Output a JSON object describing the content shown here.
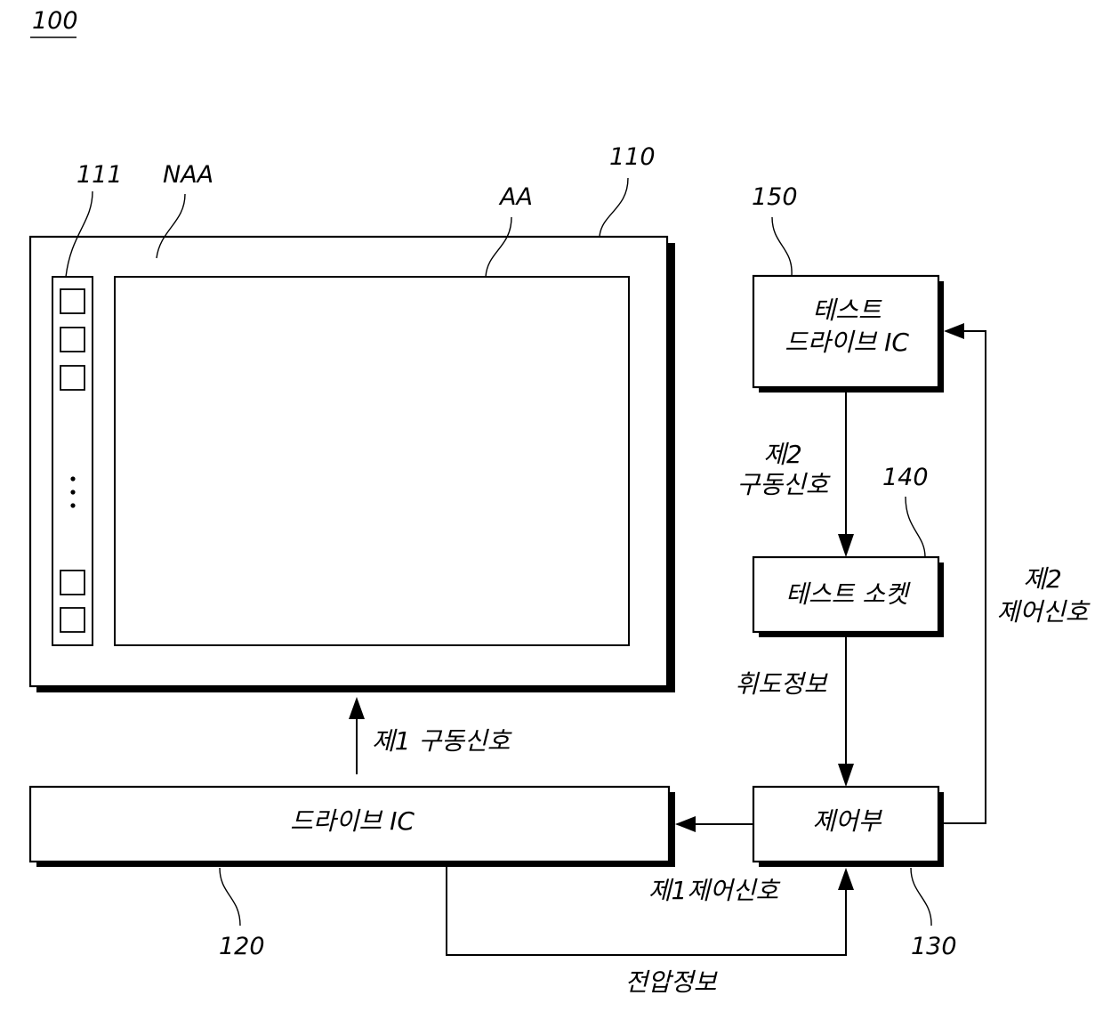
{
  "figure_ref": "100",
  "refs": {
    "pad_column": "111",
    "non_active_area": "NAA",
    "panel": "110",
    "active_area": "AA",
    "test_drive_ic": "150",
    "test_socket": "140",
    "drive_ic": "120",
    "controller": "130"
  },
  "blocks": {
    "test_drive_ic_line1": "테스트",
    "test_drive_ic_line2": "드라이브 IC",
    "test_socket": "테스트 소켓",
    "drive_ic": "드라이브 IC",
    "controller": "제어부"
  },
  "signals": {
    "second_drive_line1": "제2",
    "second_drive_line2": "구동신호",
    "luminance_info": "휘도정보",
    "second_control_line1": "제2",
    "second_control_line2": "제어신호",
    "first_drive": "제1 구동신호",
    "first_control": "제1제어신호",
    "voltage_info": "전압정보"
  },
  "pad_column": {
    "pads_top": 3,
    "pads_bottom": 2,
    "has_ellipsis": true
  }
}
